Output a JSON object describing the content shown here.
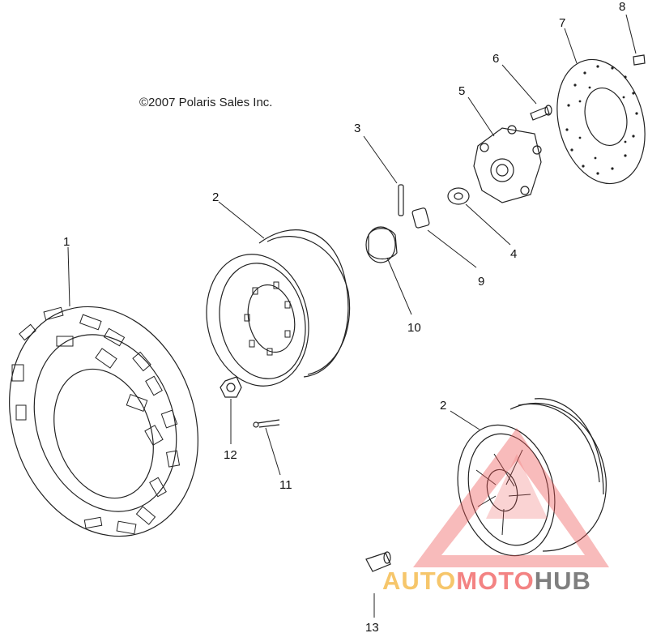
{
  "copyright": "©2007 Polaris Sales Inc.",
  "callouts": [
    {
      "id": "1",
      "label": "1"
    },
    {
      "id": "2a",
      "label": "2"
    },
    {
      "id": "2b",
      "label": "2"
    },
    {
      "id": "3",
      "label": "3"
    },
    {
      "id": "4",
      "label": "4"
    },
    {
      "id": "5",
      "label": "5"
    },
    {
      "id": "6",
      "label": "6"
    },
    {
      "id": "7",
      "label": "7"
    },
    {
      "id": "8",
      "label": "8"
    },
    {
      "id": "9",
      "label": "9"
    },
    {
      "id": "10",
      "label": "10"
    },
    {
      "id": "11",
      "label": "11"
    },
    {
      "id": "12",
      "label": "12"
    },
    {
      "id": "13",
      "label": "13"
    }
  ],
  "watermark": {
    "part1": "AUTO",
    "part2": "MOTO",
    "part3": "HUB",
    "colors": {
      "auto": "#f3b43a",
      "moto": "#ef5a5a",
      "hub": "#555555",
      "triangle": "#ef5a5a"
    }
  }
}
